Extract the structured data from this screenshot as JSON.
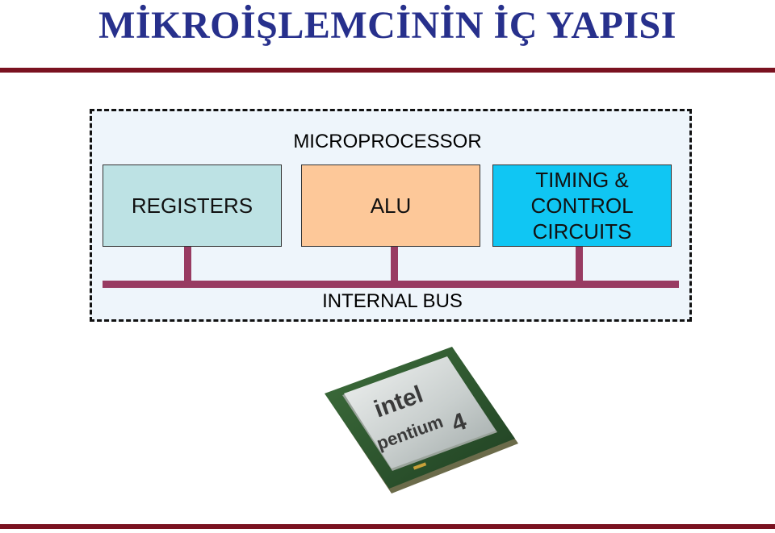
{
  "header": {
    "title": "MİKROİŞLEMCİNİN İÇ YAPISI"
  },
  "diagram": {
    "container_label": "MICROPROCESSOR",
    "bus_label": "INTERNAL BUS",
    "blocks": [
      {
        "label": "REGISTERS",
        "color": "#bde2e4"
      },
      {
        "label": "ALU",
        "color": "#fdc899"
      },
      {
        "label": "TIMING & CONTROL CIRCUITS",
        "color": "#10c6f3"
      }
    ],
    "bus_color": "#983b62"
  },
  "chip": {
    "brand": "intel",
    "model": "pentium",
    "version": "4"
  }
}
